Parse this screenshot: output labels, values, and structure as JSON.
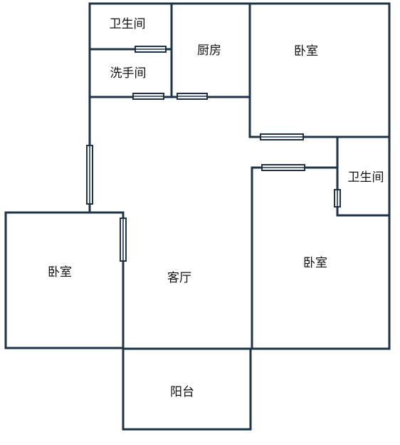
{
  "plan": {
    "rooms": {
      "bathroom_top": "卫生间",
      "washroom": "洗手间",
      "kitchen": "厨房",
      "bedroom_top_right": "卧室",
      "bathroom_right": "卫生间",
      "bedroom_left": "卧室",
      "living_room": "客厅",
      "bedroom_right": "卧室",
      "balcony": "阳台"
    },
    "colors": {
      "wall": "#1f3347",
      "background": "#ffffff"
    }
  }
}
